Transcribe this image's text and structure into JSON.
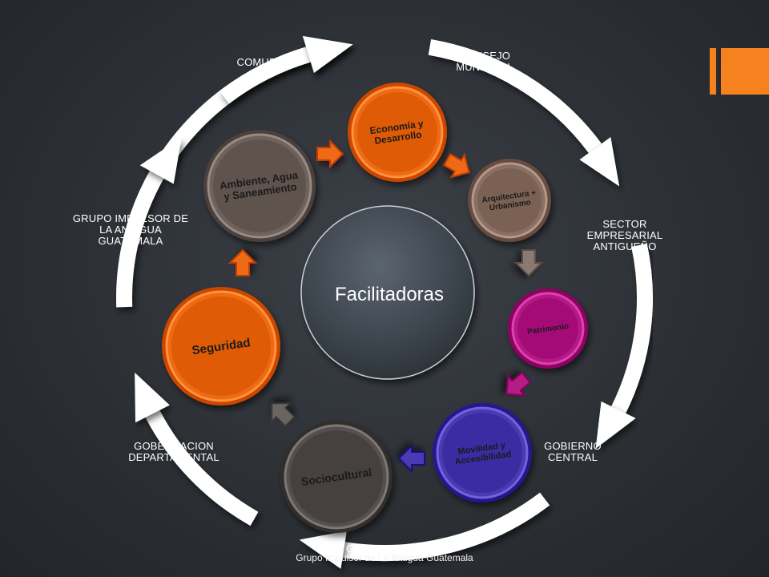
{
  "center": {
    "label": "Facilitadoras"
  },
  "topics": [
    {
      "label": "Economía y Desarrollo",
      "color": "#ee6a14"
    },
    {
      "label": "Arquitectura + Urbanismo",
      "color": "#8a6f63"
    },
    {
      "label": "Patrimonio",
      "color": "#b41a86"
    },
    {
      "label": "Movilidad y Accesibilidad",
      "color": "#4b3bb3"
    },
    {
      "label": "Sociocultural",
      "color": "#55504d"
    },
    {
      "label": "Seguridad",
      "color": "#ee6a14"
    },
    {
      "label": "Ambiente, Agua y Saneamiento",
      "color": "#6e625d"
    }
  ],
  "external": [
    {
      "label": "COMUDE"
    },
    {
      "label": "CONSEJO MUNICIPAL"
    },
    {
      "label": "SECTOR EMPRESARIAL ANTIGUEÑO"
    },
    {
      "label": "GOBIERNO CENTRAL"
    },
    {
      "label": "CNPAG"
    },
    {
      "label": "GOBERNACION DEPARTAMENTAL"
    },
    {
      "label": "GRUPO IMPULSOR DE LA ANTIGUA GUATEMALA"
    }
  ],
  "connector_colors": [
    "#ee6a14",
    "#ee6a14",
    "#8a7a72",
    "#b41a86",
    "#4b3bb3",
    "#6b6561",
    "#ee6a14",
    "#7a6f69"
  ],
  "footer": "Grupo Impulsor de La Antigua Guatemala",
  "accent_color": "#f5821f"
}
